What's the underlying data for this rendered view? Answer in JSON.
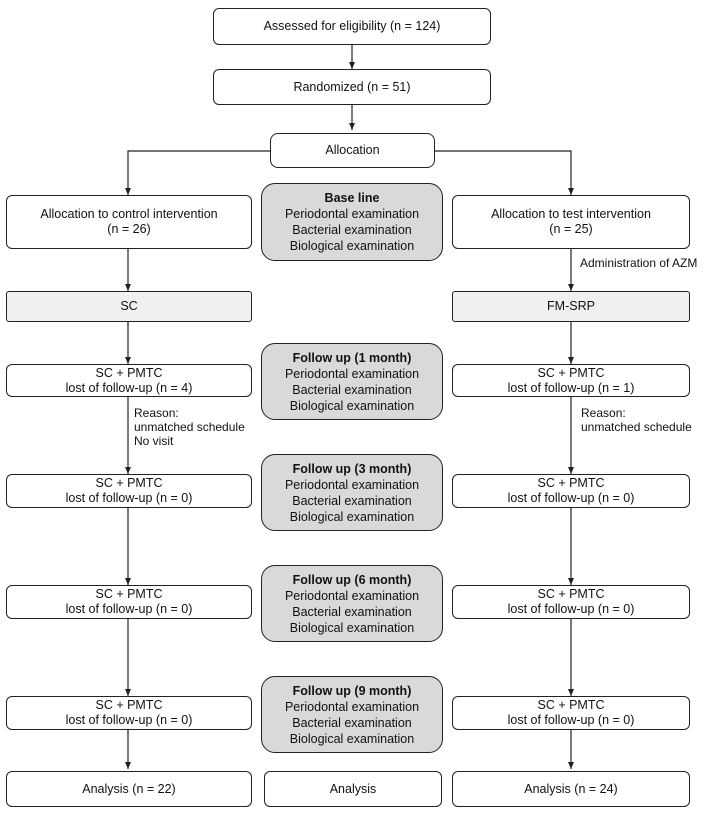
{
  "top": {
    "assessed": "Assessed for eligibility  (n = 124)",
    "randomized": "Randomized (n = 51)",
    "allocation": "Allocation"
  },
  "control": {
    "allocation": [
      "Allocation to control intervention",
      "(n = 26)"
    ],
    "group": "SC",
    "followups": [
      [
        "SC + PMTC",
        "lost of follow-up (n = 4)"
      ],
      [
        "SC + PMTC",
        "lost of follow-up (n = 0)"
      ],
      [
        "SC + PMTC",
        "lost of follow-up (n = 0)"
      ],
      [
        "SC + PMTC",
        "lost of follow-up (n = 0)"
      ]
    ],
    "reason": [
      "Reason:",
      "unmatched schedule",
      "No visit"
    ],
    "analysis": "Analysis (n = 22)"
  },
  "test": {
    "allocation": [
      "Allocation to test intervention",
      "(n = 25)"
    ],
    "administration": "Administration of AZM",
    "group": "FM-SRP",
    "followups": [
      [
        "SC + PMTC",
        "lost of follow-up (n = 1)"
      ],
      [
        "SC + PMTC",
        "lost of follow-up (n = 0)"
      ],
      [
        "SC + PMTC",
        "lost of follow-up (n = 0)"
      ],
      [
        "SC + PMTC",
        "lost of follow-up (n = 0)"
      ]
    ],
    "reason": [
      "Reason:",
      "unmatched schedule"
    ],
    "analysis": "Analysis (n = 24)"
  },
  "exams": [
    {
      "title": "Base line",
      "items": [
        "Periodontal examination",
        "Bacterial examination",
        "Biological examination"
      ]
    },
    {
      "title": "Follow up (1 month)",
      "items": [
        "Periodontal examination",
        "Bacterial examination",
        "Biological examination"
      ]
    },
    {
      "title": "Follow up (3 month)",
      "items": [
        "Periodontal examination",
        "Bacterial examination",
        "Biological examination"
      ]
    },
    {
      "title": "Follow up (6 month)",
      "items": [
        "Periodontal examination",
        "Bacterial examination",
        "Biological examination"
      ]
    },
    {
      "title": "Follow up (9 month)",
      "items": [
        "Periodontal examination",
        "Bacterial examination",
        "Biological examination"
      ]
    }
  ],
  "analysis_center": "Analysis"
}
